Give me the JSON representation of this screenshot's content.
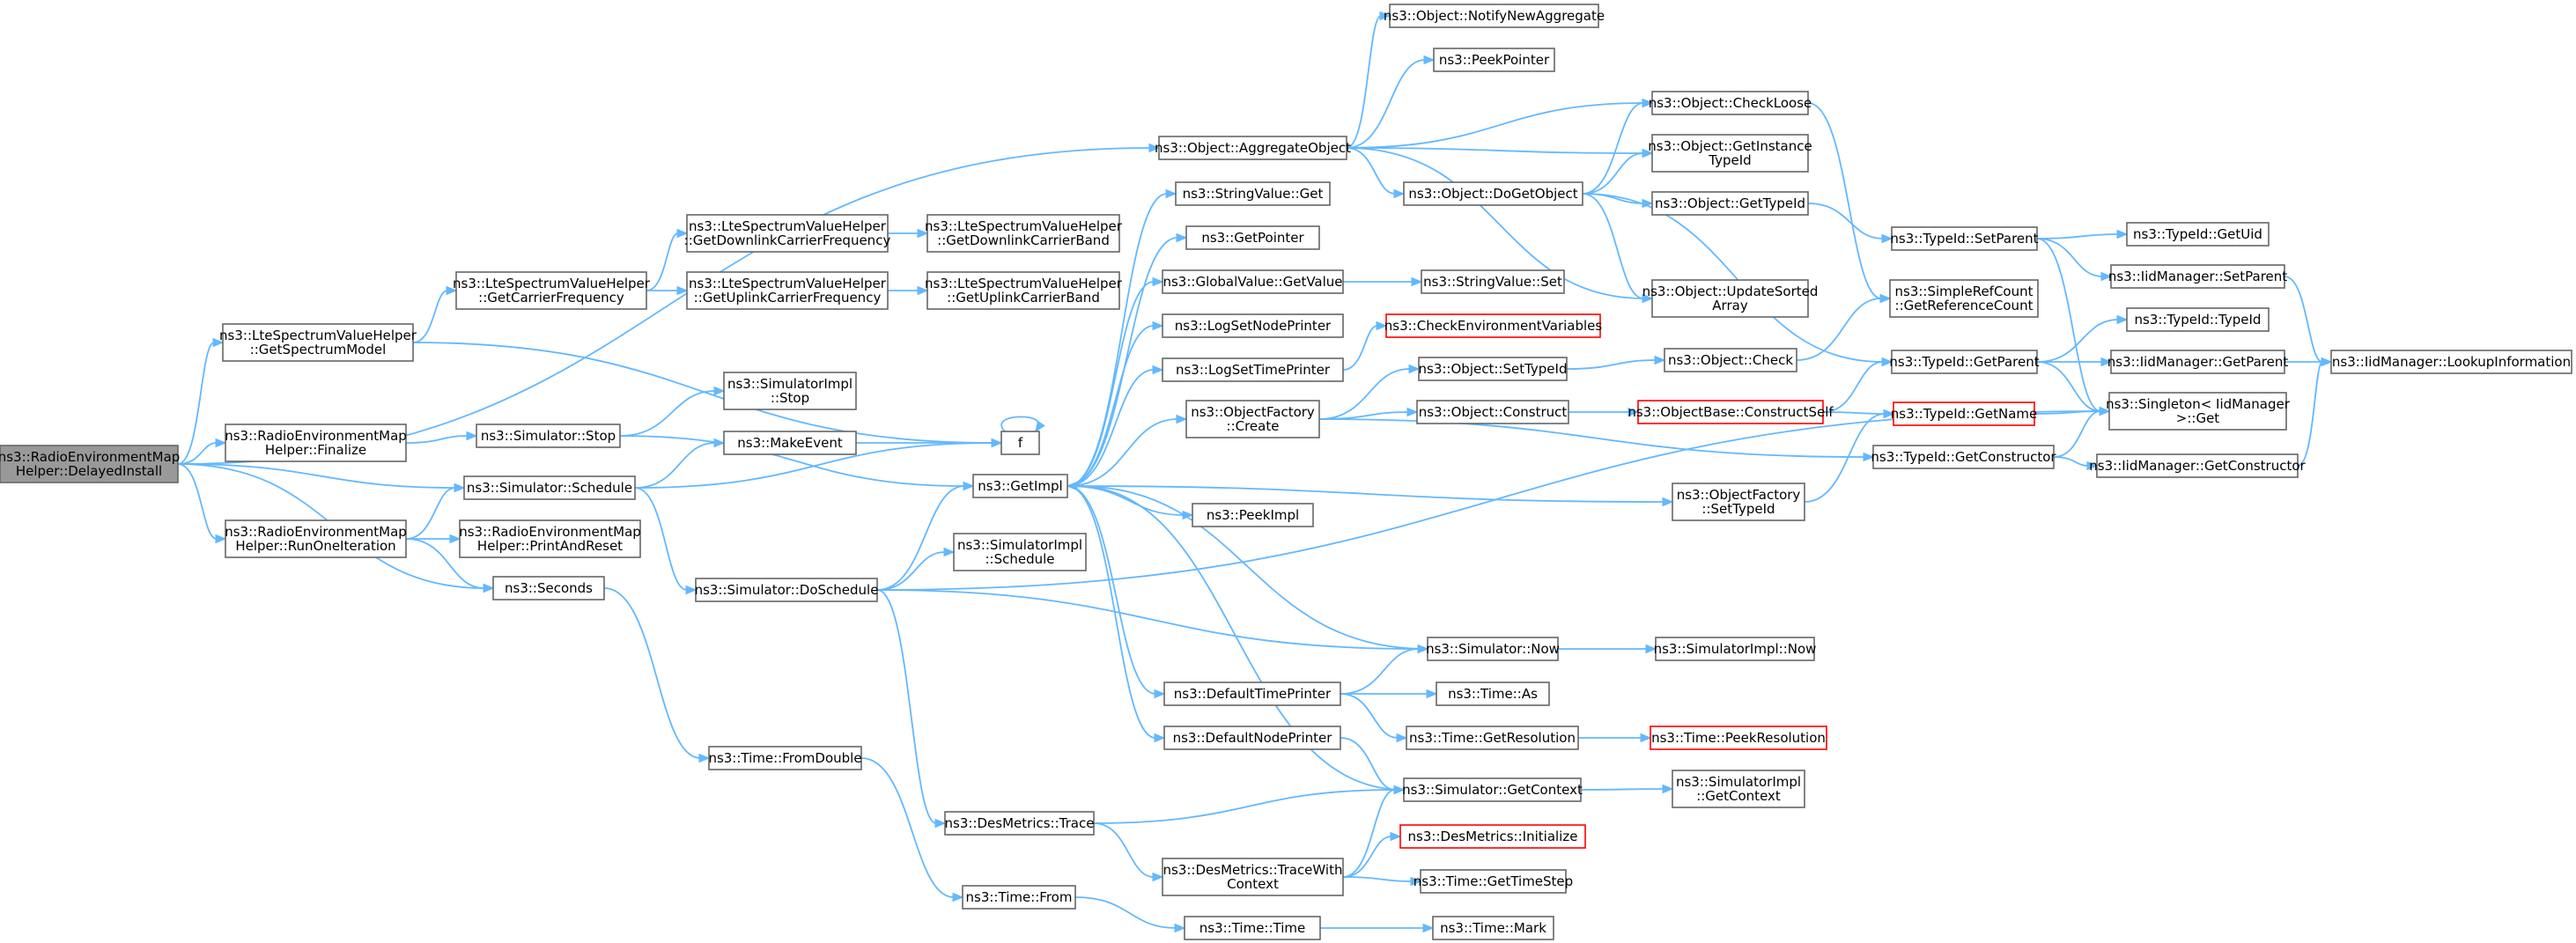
{
  "graph": {
    "nodes": [
      {
        "id": "root",
        "lines": [
          "ns3::RadioEnvironmentMap",
          "Helper::DelayedInstall"
        ],
        "style": "root"
      },
      {
        "id": "getSpectrumModel",
        "lines": [
          "ns3::LteSpectrumValueHelper",
          "::GetSpectrumModel"
        ],
        "style": "normal"
      },
      {
        "id": "remFinalize",
        "lines": [
          "ns3::RadioEnvironmentMap",
          "Helper::Finalize"
        ],
        "style": "normal"
      },
      {
        "id": "simSchedule",
        "lines": [
          "ns3::Simulator::Schedule"
        ],
        "style": "normal"
      },
      {
        "id": "remRunOne",
        "lines": [
          "ns3::RadioEnvironmentMap",
          "Helper::RunOneIteration"
        ],
        "style": "normal"
      },
      {
        "id": "seconds",
        "lines": [
          "ns3::Seconds"
        ],
        "style": "normal"
      },
      {
        "id": "getCarrierFreq",
        "lines": [
          "ns3::LteSpectrumValueHelper",
          "::GetCarrierFrequency"
        ],
        "style": "normal"
      },
      {
        "id": "simStop",
        "lines": [
          "ns3::Simulator::Stop"
        ],
        "style": "normal"
      },
      {
        "id": "printAndReset",
        "lines": [
          "ns3::RadioEnvironmentMap",
          "Helper::PrintAndReset"
        ],
        "style": "normal"
      },
      {
        "id": "getDlCarrierFreq",
        "lines": [
          "ns3::LteSpectrumValueHelper",
          "::GetDownlinkCarrierFrequency"
        ],
        "style": "normal"
      },
      {
        "id": "getUlCarrierFreq",
        "lines": [
          "ns3::LteSpectrumValueHelper",
          "::GetUplinkCarrierFrequency"
        ],
        "style": "normal"
      },
      {
        "id": "simImplStop",
        "lines": [
          "ns3::SimulatorImpl",
          "::Stop"
        ],
        "style": "normal"
      },
      {
        "id": "makeEvent",
        "lines": [
          "ns3::MakeEvent"
        ],
        "style": "normal"
      },
      {
        "id": "simDoSchedule",
        "lines": [
          "ns3::Simulator::DoSchedule"
        ],
        "style": "normal"
      },
      {
        "id": "timeFromDouble",
        "lines": [
          "ns3::Time::FromDouble"
        ],
        "style": "normal"
      },
      {
        "id": "getDlCarrierBand",
        "lines": [
          "ns3::LteSpectrumValueHelper",
          "::GetDownlinkCarrierBand"
        ],
        "style": "normal"
      },
      {
        "id": "getUlCarrierBand",
        "lines": [
          "ns3::LteSpectrumValueHelper",
          "::GetUplinkCarrierBand"
        ],
        "style": "normal"
      },
      {
        "id": "f",
        "lines": [
          "f"
        ],
        "style": "normal"
      },
      {
        "id": "getImpl",
        "lines": [
          "ns3::GetImpl"
        ],
        "style": "normal"
      },
      {
        "id": "simImplSchedule",
        "lines": [
          "ns3::SimulatorImpl",
          "::Schedule"
        ],
        "style": "normal"
      },
      {
        "id": "desTrace",
        "lines": [
          "ns3::DesMetrics::Trace"
        ],
        "style": "normal"
      },
      {
        "id": "timeFrom",
        "lines": [
          "ns3::Time::From"
        ],
        "style": "normal"
      },
      {
        "id": "aggregateObject",
        "lines": [
          "ns3::Object::AggregateObject"
        ],
        "style": "normal"
      },
      {
        "id": "stringValueGet",
        "lines": [
          "ns3::StringValue::Get"
        ],
        "style": "normal"
      },
      {
        "id": "getPointer",
        "lines": [
          "ns3::GetPointer"
        ],
        "style": "normal"
      },
      {
        "id": "globalValueGet",
        "lines": [
          "ns3::GlobalValue::GetValue"
        ],
        "style": "normal"
      },
      {
        "id": "logSetNodePrinter",
        "lines": [
          "ns3::LogSetNodePrinter"
        ],
        "style": "normal"
      },
      {
        "id": "logSetTimePrinter",
        "lines": [
          "ns3::LogSetTimePrinter"
        ],
        "style": "normal"
      },
      {
        "id": "objFactoryCreate",
        "lines": [
          "ns3::ObjectFactory",
          "::Create"
        ],
        "style": "normal"
      },
      {
        "id": "peekImpl",
        "lines": [
          "ns3::PeekImpl"
        ],
        "style": "normal"
      },
      {
        "id": "defaultTimePrinter",
        "lines": [
          "ns3::DefaultTimePrinter"
        ],
        "style": "normal"
      },
      {
        "id": "defaultNodePrinter",
        "lines": [
          "ns3::DefaultNodePrinter"
        ],
        "style": "normal"
      },
      {
        "id": "desTraceWithContext",
        "lines": [
          "ns3::DesMetrics::TraceWith",
          "Context"
        ],
        "style": "normal"
      },
      {
        "id": "timeTime",
        "lines": [
          "ns3::Time::Time"
        ],
        "style": "normal"
      },
      {
        "id": "notifyNewAggregate",
        "lines": [
          "ns3::Object::NotifyNewAggregate"
        ],
        "style": "normal"
      },
      {
        "id": "peekPointer",
        "lines": [
          "ns3::PeekPointer"
        ],
        "style": "normal"
      },
      {
        "id": "doGetObject",
        "lines": [
          "ns3::Object::DoGetObject"
        ],
        "style": "normal"
      },
      {
        "id": "stringValueSet",
        "lines": [
          "ns3::StringValue::Set"
        ],
        "style": "normal"
      },
      {
        "id": "checkEnvVars",
        "lines": [
          "ns3::CheckEnvironmentVariables"
        ],
        "style": "red"
      },
      {
        "id": "objectSetTypeId",
        "lines": [
          "ns3::Object::SetTypeId"
        ],
        "style": "normal"
      },
      {
        "id": "objectConstruct",
        "lines": [
          "ns3::Object::Construct"
        ],
        "style": "normal"
      },
      {
        "id": "simNow",
        "lines": [
          "ns3::Simulator::Now"
        ],
        "style": "normal"
      },
      {
        "id": "timeAs",
        "lines": [
          "ns3::Time::As"
        ],
        "style": "normal"
      },
      {
        "id": "timeGetResolution",
        "lines": [
          "ns3::Time::GetResolution"
        ],
        "style": "normal"
      },
      {
        "id": "simGetContext",
        "lines": [
          "ns3::Simulator::GetContext"
        ],
        "style": "normal"
      },
      {
        "id": "desInitialize",
        "lines": [
          "ns3::DesMetrics::Initialize"
        ],
        "style": "red"
      },
      {
        "id": "timeGetTimeStep",
        "lines": [
          "ns3::Time::GetTimeStep"
        ],
        "style": "normal"
      },
      {
        "id": "timeMark",
        "lines": [
          "ns3::Time::Mark"
        ],
        "style": "normal"
      },
      {
        "id": "objectCheckLoose",
        "lines": [
          "ns3::Object::CheckLoose"
        ],
        "style": "normal"
      },
      {
        "id": "objectGetInstanceTypeId",
        "lines": [
          "ns3::Object::GetInstance",
          "TypeId"
        ],
        "style": "normal"
      },
      {
        "id": "objectGetTypeId",
        "lines": [
          "ns3::Object::GetTypeId"
        ],
        "style": "normal"
      },
      {
        "id": "objectUpdateSortedArray",
        "lines": [
          "ns3::Object::UpdateSorted",
          "Array"
        ],
        "style": "normal"
      },
      {
        "id": "objectCheck",
        "lines": [
          "ns3::Object::Check"
        ],
        "style": "normal"
      },
      {
        "id": "objectBaseConstructSelf",
        "lines": [
          "ns3::ObjectBase::ConstructSelf"
        ],
        "style": "red"
      },
      {
        "id": "objFactorySetTypeId",
        "lines": [
          "ns3::ObjectFactory",
          "::SetTypeId"
        ],
        "style": "normal"
      },
      {
        "id": "simImplNow",
        "lines": [
          "ns3::SimulatorImpl::Now"
        ],
        "style": "normal"
      },
      {
        "id": "timePeekResolution",
        "lines": [
          "ns3::Time::PeekResolution"
        ],
        "style": "red"
      },
      {
        "id": "simImplGetContext",
        "lines": [
          "ns3::SimulatorImpl",
          "::GetContext"
        ],
        "style": "normal"
      },
      {
        "id": "simpleRefCountGetRef",
        "lines": [
          "ns3::SimpleRefCount",
          "::GetReferenceCount"
        ],
        "style": "normal"
      },
      {
        "id": "typeIdSetParent",
        "lines": [
          "ns3::TypeId::SetParent"
        ],
        "style": "normal"
      },
      {
        "id": "typeIdGetParent",
        "lines": [
          "ns3::TypeId::GetParent"
        ],
        "style": "normal"
      },
      {
        "id": "typeIdGetName",
        "lines": [
          "ns3::TypeId::GetName"
        ],
        "style": "red"
      },
      {
        "id": "typeIdGetConstructor",
        "lines": [
          "ns3::TypeId::GetConstructor"
        ],
        "style": "normal"
      },
      {
        "id": "typeIdGetUid",
        "lines": [
          "ns3::TypeId::GetUid"
        ],
        "style": "normal"
      },
      {
        "id": "iidMgrSetParent",
        "lines": [
          "ns3::IidManager::SetParent"
        ],
        "style": "normal"
      },
      {
        "id": "typeIdTypeId",
        "lines": [
          "ns3::TypeId::TypeId"
        ],
        "style": "normal"
      },
      {
        "id": "iidMgrGetParent",
        "lines": [
          "ns3::IidManager::GetParent"
        ],
        "style": "normal"
      },
      {
        "id": "singletonGet",
        "lines": [
          "ns3::Singleton< IidManager",
          " >::Get"
        ],
        "style": "normal"
      },
      {
        "id": "iidMgrGetConstructor",
        "lines": [
          "ns3::IidManager::GetConstructor"
        ],
        "style": "normal"
      },
      {
        "id": "iidMgrLookupInfo",
        "lines": [
          "ns3::IidManager::LookupInformation"
        ],
        "style": "normal"
      }
    ],
    "edges": [
      [
        "root",
        "aggregateObject"
      ],
      [
        "root",
        "getSpectrumModel"
      ],
      [
        "root",
        "remFinalize"
      ],
      [
        "root",
        "simSchedule"
      ],
      [
        "root",
        "remRunOne"
      ],
      [
        "root",
        "seconds"
      ],
      [
        "getSpectrumModel",
        "getCarrierFreq"
      ],
      [
        "getSpectrumModel",
        "f"
      ],
      [
        "getCarrierFreq",
        "getDlCarrierFreq"
      ],
      [
        "getCarrierFreq",
        "getUlCarrierFreq"
      ],
      [
        "getDlCarrierFreq",
        "getDlCarrierBand"
      ],
      [
        "getUlCarrierFreq",
        "getUlCarrierBand"
      ],
      [
        "remFinalize",
        "simStop"
      ],
      [
        "simStop",
        "simImplStop"
      ],
      [
        "simStop",
        "getImpl"
      ],
      [
        "simSchedule",
        "makeEvent"
      ],
      [
        "simSchedule",
        "f"
      ],
      [
        "simSchedule",
        "simDoSchedule"
      ],
      [
        "makeEvent",
        "f"
      ],
      [
        "f",
        "f"
      ],
      [
        "remRunOne",
        "simSchedule"
      ],
      [
        "remRunOne",
        "printAndReset"
      ],
      [
        "remRunOne",
        "seconds"
      ],
      [
        "seconds",
        "timeFromDouble"
      ],
      [
        "timeFromDouble",
        "timeFrom"
      ],
      [
        "timeFrom",
        "timeTime"
      ],
      [
        "timeTime",
        "timeMark"
      ],
      [
        "simDoSchedule",
        "getImpl"
      ],
      [
        "simDoSchedule",
        "simImplSchedule"
      ],
      [
        "simDoSchedule",
        "simNow"
      ],
      [
        "simDoSchedule",
        "desTrace"
      ],
      [
        "simDoSchedule",
        "singletonGet"
      ],
      [
        "desTrace",
        "simGetContext"
      ],
      [
        "desTrace",
        "desTraceWithContext"
      ],
      [
        "desTraceWithContext",
        "desInitialize"
      ],
      [
        "desTraceWithContext",
        "timeGetTimeStep"
      ],
      [
        "desTraceWithContext",
        "simGetContext"
      ],
      [
        "getImpl",
        "stringValueGet"
      ],
      [
        "getImpl",
        "getPointer"
      ],
      [
        "getImpl",
        "globalValueGet"
      ],
      [
        "getImpl",
        "logSetNodePrinter"
      ],
      [
        "getImpl",
        "logSetTimePrinter"
      ],
      [
        "getImpl",
        "objFactoryCreate"
      ],
      [
        "getImpl",
        "peekImpl"
      ],
      [
        "getImpl",
        "defaultTimePrinter"
      ],
      [
        "getImpl",
        "defaultNodePrinter"
      ],
      [
        "getImpl",
        "objFactorySetTypeId"
      ],
      [
        "simNow",
        "getImpl"
      ],
      [
        "simGetContext",
        "getImpl"
      ],
      [
        "simNow",
        "simImplNow"
      ],
      [
        "simGetContext",
        "simImplGetContext"
      ],
      [
        "defaultTimePrinter",
        "simNow"
      ],
      [
        "defaultTimePrinter",
        "timeAs"
      ],
      [
        "defaultTimePrinter",
        "timeGetResolution"
      ],
      [
        "timeGetResolution",
        "timePeekResolution"
      ],
      [
        "defaultNodePrinter",
        "simGetContext"
      ],
      [
        "globalValueGet",
        "stringValueSet"
      ],
      [
        "logSetTimePrinter",
        "checkEnvVars"
      ],
      [
        "objFactoryCreate",
        "objectSetTypeId"
      ],
      [
        "objFactoryCreate",
        "objectConstruct"
      ],
      [
        "objFactoryCreate",
        "typeIdGetConstructor"
      ],
      [
        "objectSetTypeId",
        "objectCheck"
      ],
      [
        "objectCheck",
        "simpleRefCountGetRef"
      ],
      [
        "objectConstruct",
        "objectBaseConstructSelf"
      ],
      [
        "objectBaseConstructSelf",
        "typeIdGetParent"
      ],
      [
        "objectBaseConstructSelf",
        "typeIdGetName"
      ],
      [
        "objFactorySetTypeId",
        "typeIdGetName"
      ],
      [
        "aggregateObject",
        "notifyNewAggregate"
      ],
      [
        "aggregateObject",
        "peekPointer"
      ],
      [
        "aggregateObject",
        "objectCheckLoose"
      ],
      [
        "aggregateObject",
        "objectGetInstanceTypeId"
      ],
      [
        "aggregateObject",
        "doGetObject"
      ],
      [
        "aggregateObject",
        "objectUpdateSortedArray"
      ],
      [
        "doGetObject",
        "objectCheckLoose"
      ],
      [
        "doGetObject",
        "objectGetInstanceTypeId"
      ],
      [
        "doGetObject",
        "objectGetTypeId"
      ],
      [
        "doGetObject",
        "objectUpdateSortedArray"
      ],
      [
        "doGetObject",
        "typeIdGetParent"
      ],
      [
        "objectCheckLoose",
        "simpleRefCountGetRef"
      ],
      [
        "objectGetTypeId",
        "typeIdSetParent"
      ],
      [
        "typeIdSetParent",
        "typeIdGetUid"
      ],
      [
        "typeIdSetParent",
        "iidMgrSetParent"
      ],
      [
        "typeIdSetParent",
        "singletonGet"
      ],
      [
        "typeIdGetParent",
        "typeIdTypeId"
      ],
      [
        "typeIdGetParent",
        "iidMgrGetParent"
      ],
      [
        "typeIdGetParent",
        "singletonGet"
      ],
      [
        "typeIdGetName",
        "singletonGet"
      ],
      [
        "typeIdGetConstructor",
        "iidMgrGetConstructor"
      ],
      [
        "typeIdGetConstructor",
        "singletonGet"
      ],
      [
        "iidMgrSetParent",
        "iidMgrLookupInfo"
      ],
      [
        "iidMgrGetParent",
        "iidMgrLookupInfo"
      ],
      [
        "iidMgrGetConstructor",
        "iidMgrLookupInfo"
      ]
    ]
  }
}
